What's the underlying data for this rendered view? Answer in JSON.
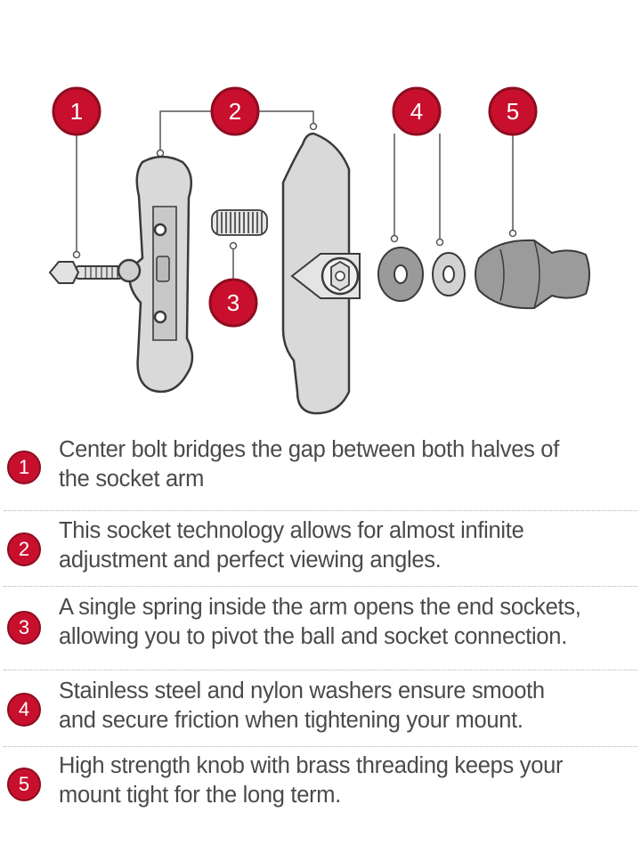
{
  "callouts": [
    "1",
    "2",
    "3",
    "4",
    "5"
  ],
  "features": [
    {
      "num": "1",
      "lines": [
        "Center bolt bridges the gap between both halves of",
        "the socket arm"
      ]
    },
    {
      "num": "2",
      "lines": [
        "This socket technology allows for almost infinite",
        "adjustment and perfect viewing angles."
      ]
    },
    {
      "num": "3",
      "lines": [
        "A single spring inside the arm opens the end sockets,",
        "allowing you to pivot the ball and socket connection."
      ]
    },
    {
      "num": "4",
      "lines": [
        "Stainless steel and nylon washers ensure smooth",
        "and secure friction when tightening your mount."
      ]
    },
    {
      "num": "5",
      "lines": [
        "High strength knob with brass threading keeps your",
        "mount tight for the long term."
      ]
    }
  ],
  "colors": {
    "badge": "#c8102e",
    "badge_border": "#8e0d20",
    "part_fill": "#d9d9d9",
    "part_stroke": "#3a3a3a"
  }
}
